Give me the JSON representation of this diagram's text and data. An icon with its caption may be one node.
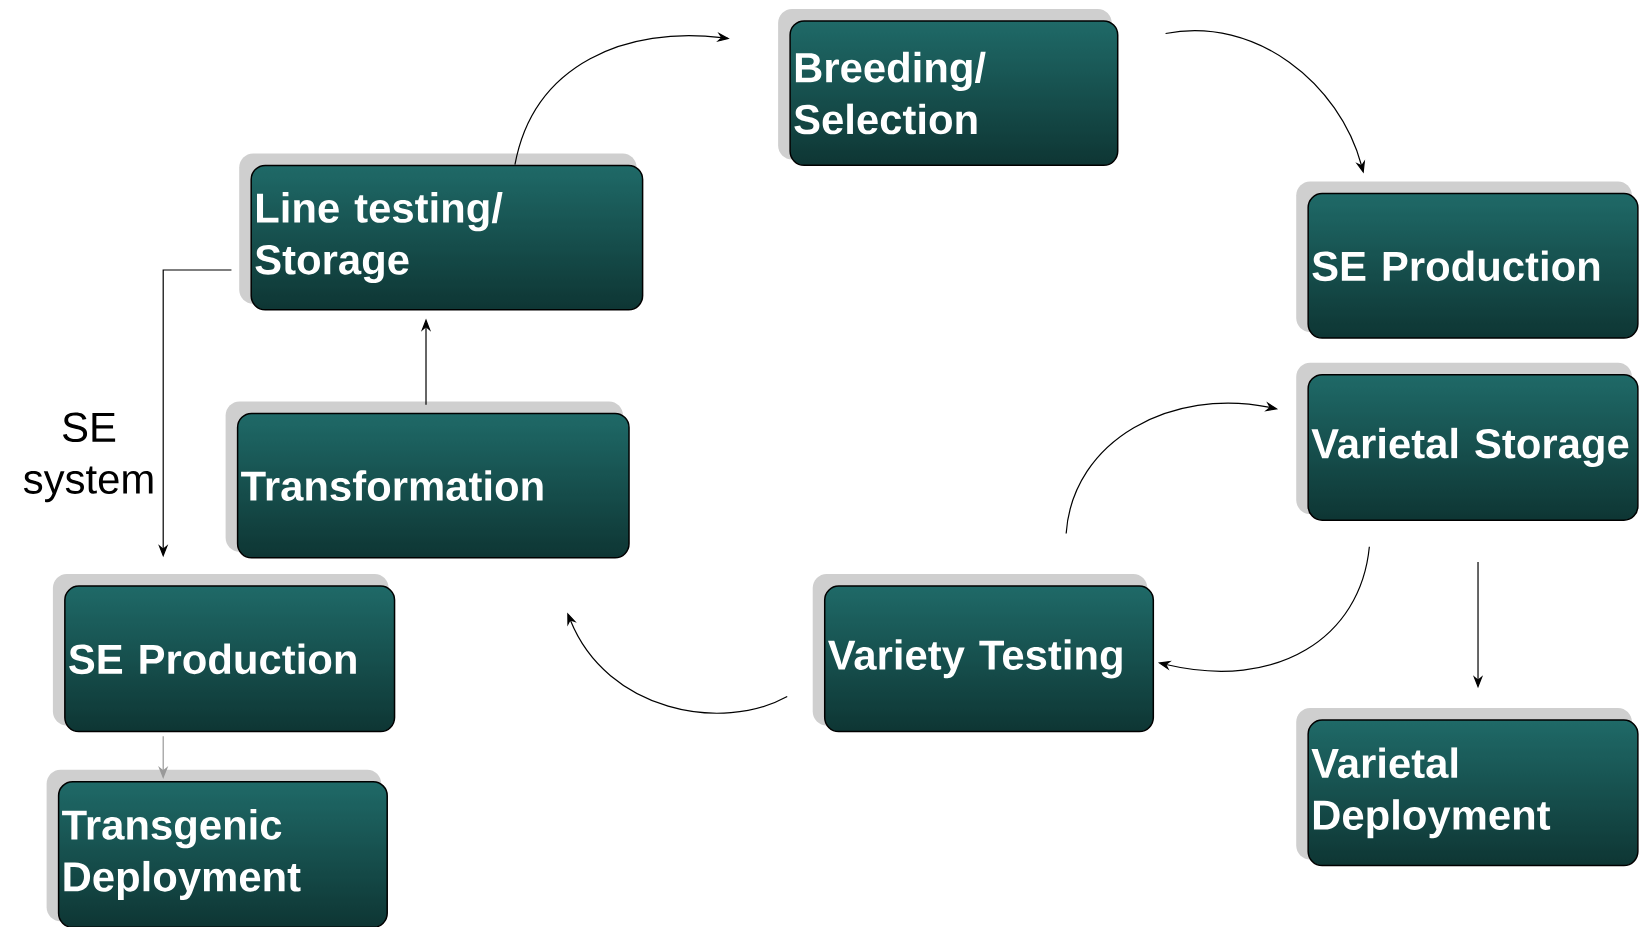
{
  "diagram": {
    "nodes": [
      {
        "text": [
          "Breeding/ Selection"
        ]
      },
      {
        "text": [
          "Line testing/ Storage"
        ]
      },
      {
        "text": [
          "SE Production"
        ]
      },
      {
        "text": [
          "Varietal Storage"
        ]
      },
      {
        "text": [
          "Transformation"
        ]
      },
      {
        "text": [
          "SE Production"
        ]
      },
      {
        "text": [
          "Variety Testing"
        ]
      },
      {
        "text": [
          "Varietal Deployment"
        ]
      },
      {
        "text": [
          "Transgenic Deployment"
        ]
      }
    ],
    "edges": [
      {
        "from": 1,
        "to": 0,
        "arrow": "to"
      },
      {
        "from": 0,
        "to": 2,
        "arrow": "to"
      },
      {
        "from": 6,
        "to": 3,
        "arrow": "to"
      },
      {
        "from": 3,
        "to": 6,
        "arrow": "to"
      },
      {
        "from": 3,
        "to": 7,
        "arrow": "to"
      },
      {
        "from": 6,
        "to": 4,
        "arrow": "to"
      },
      {
        "from": 4,
        "to": 1,
        "arrow": "to"
      },
      {
        "from": 1,
        "to": 5,
        "arrow": "to",
        "label": "SE system"
      },
      {
        "from": 5,
        "to": 8,
        "arrow": "to",
        "color": "#999999"
      }
    ]
  }
}
